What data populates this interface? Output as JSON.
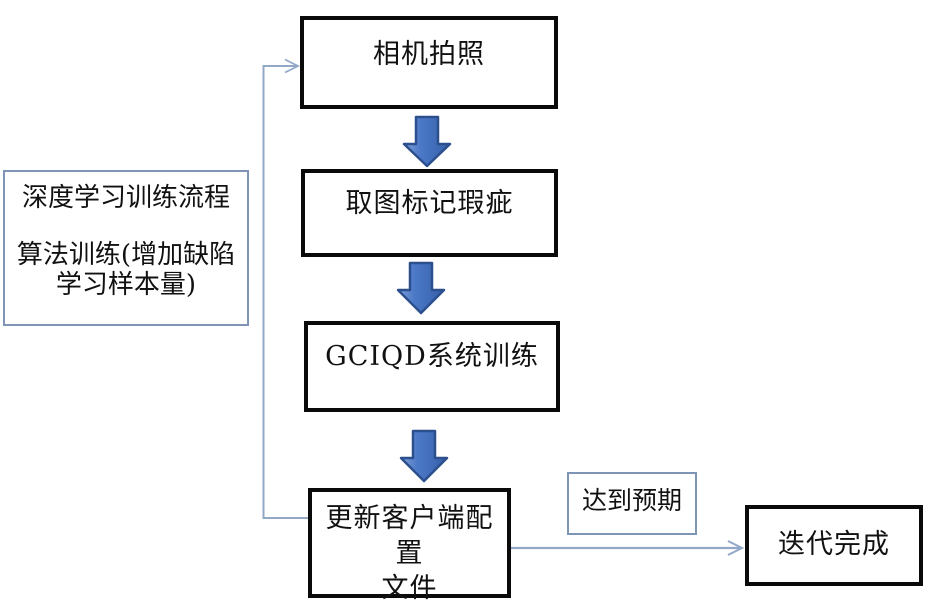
{
  "flowchart": {
    "nodes": {
      "camera": "相机拍照",
      "mark_defects": "取图标记瑕疵",
      "system_training": "GCIQD系统训练",
      "update_config_line1": "更新客户端配置",
      "update_config_line2": "文件",
      "iteration_done": "迭代完成"
    },
    "side_note": {
      "line1": "深度学习训练流程",
      "line2": "算法训练(增加缺陷",
      "line3": "学习样本量)"
    },
    "condition_label": "达到预期",
    "colors": {
      "process_box_border": "#0a0a0a",
      "note_box_border": "#7e95b5",
      "connector_line": "#92a8c6",
      "block_arrow_fill": "#4472c4",
      "block_arrow_border": "#2c4f8e",
      "text": "#111111",
      "background": "#ffffff"
    }
  }
}
